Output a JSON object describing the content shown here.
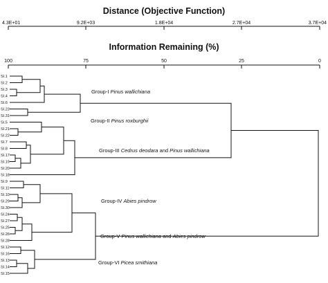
{
  "figure": {
    "axis_top_title": "Distance (Objective Function)",
    "axis_top_ticks": [
      "4.3E+01",
      "9.2E+03",
      "1.8E+04",
      "2.7E+04",
      "3.7E+04"
    ],
    "axis_bottom_title": "Information Remaining (%)",
    "axis_bottom_ticks": [
      "100",
      "75",
      "50",
      "25",
      "0"
    ]
  },
  "leaves": [
    "SI.1",
    "SI.2",
    "SI.3",
    "SI.4",
    "SI.6",
    "SI.23",
    "SI.31",
    "SI.5",
    "SI.21",
    "SI.22",
    "SI.7",
    "SI.8",
    "SI.17",
    "SI.19",
    "SI.20",
    "SI.18",
    "SI.9",
    "SI.11",
    "SI.10",
    "SI.29",
    "SI.30",
    "SI.24",
    "SI.27",
    "SI.25",
    "SI.26",
    "SI.28",
    "SI.12",
    "SI.16",
    "SI.13",
    "SI.14",
    "SI.15"
  ],
  "groups": [
    {
      "prefix": "Group-I ",
      "species": "Pinus wallichiana",
      "mid": "",
      "species2": ""
    },
    {
      "prefix": "Group-II ",
      "species": "Pinus roxburghii",
      "mid": "",
      "species2": ""
    },
    {
      "prefix": "Group-III ",
      "species": "Cedrus deodara",
      "mid": " and ",
      "species2": "Pinus wallichiana"
    },
    {
      "prefix": "Group-IV ",
      "species": "Abies pindrow",
      "mid": "",
      "species2": ""
    },
    {
      "prefix": "Group-V ",
      "species": "Pinus wallichiana",
      "mid": " and ",
      "species2": "Abies pindrow"
    },
    {
      "prefix": "Group-VI ",
      "species": "Picea smithiana",
      "mid": "",
      "species2": ""
    }
  ]
}
